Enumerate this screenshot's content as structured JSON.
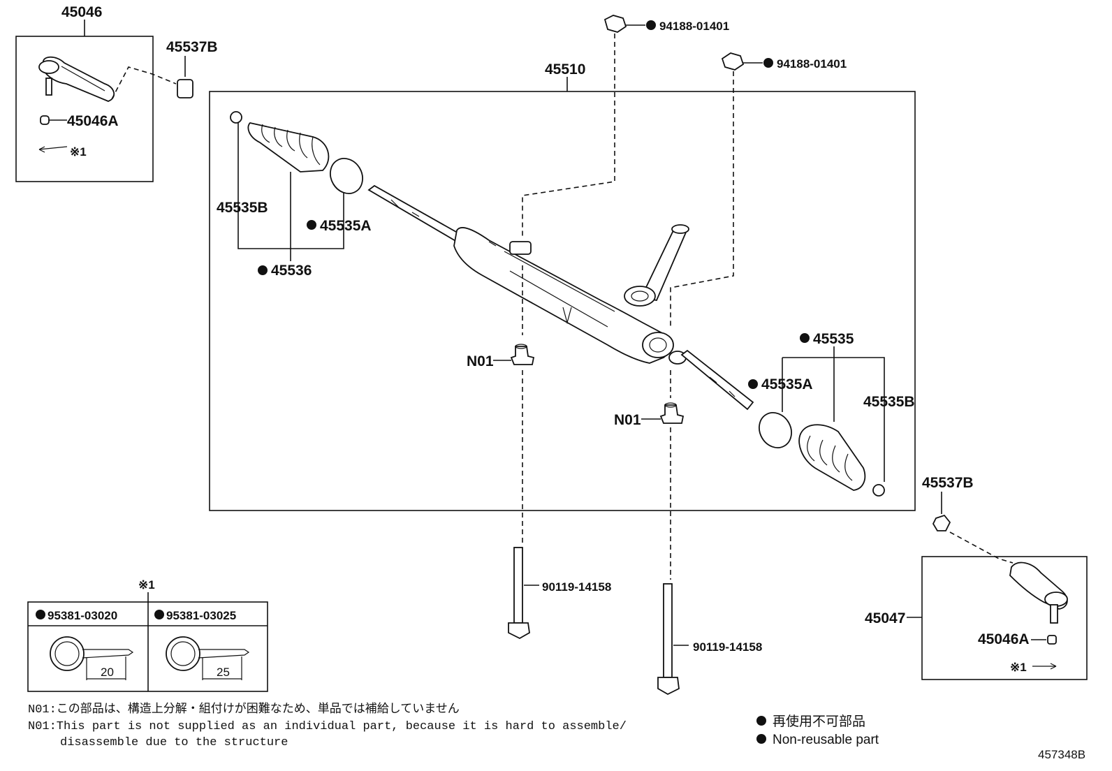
{
  "labels": {
    "tie_rod_end_lh": "45046",
    "tie_rod_end_rh": "45047",
    "nut_lh": "45537B",
    "nut_rh": "45537B",
    "cotter_pin_note_lh": "※1",
    "cotter_pin_note_rh": "※1",
    "ball_joint_lh": "45046A",
    "ball_joint_rh": "45046A",
    "rack_assembly": "45510",
    "nut_top_1": "94188-01401",
    "nut_top_2": "94188-01401",
    "clamp_lh": "45535B",
    "clamp_rh": "45535B",
    "band_lh": "45535A",
    "band_rh": "45535A",
    "boot_kit_lh": "45536",
    "boot_rh": "45535",
    "bushing_1": "N01",
    "bushing_2": "N01",
    "bolt_1": "90119-14158",
    "bolt_2": "90119-14158"
  },
  "cotter_table": {
    "marker": "※1",
    "col1": "95381-03020",
    "col2": "95381-03025",
    "dim1": "20",
    "dim2": "25"
  },
  "notes": {
    "jp": "N01:この部品は、構造上分解・組付けが困難なため、単品では補給していません",
    "en_line1": "N01:This part is not supplied as an individual part, because it is hard to assemble/",
    "en_line2": "disassemble due to the structure"
  },
  "legend": {
    "jp": "再使用不可部品",
    "en": "Non-reusable part"
  },
  "diagram_id": "457348B"
}
